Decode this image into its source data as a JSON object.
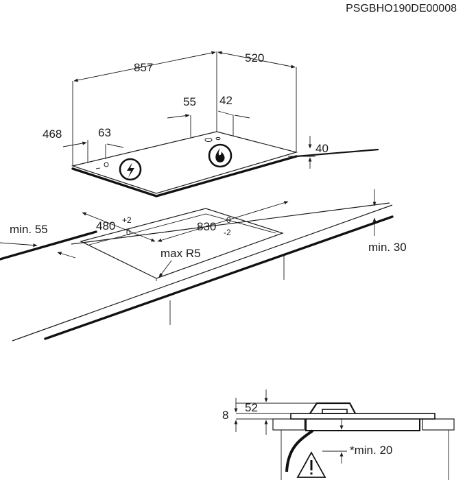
{
  "doc_code": "PSGBHO190DE00008",
  "dimensions": {
    "width": "857",
    "depth": "520",
    "d55": "55",
    "d42": "42",
    "d468": "468",
    "d63": "63",
    "height40": "40",
    "min55": "min. 55",
    "cutout_depth": "480",
    "cutout_depth_tol_upper": "+2",
    "cutout_depth_tol_lower": "0",
    "cutout_width": "830",
    "cutout_width_tol_upper": "0",
    "cutout_width_tol_lower": "-2",
    "max_radius": "max R5",
    "min30": "min. 30",
    "d52": "52",
    "d8": "8",
    "min20": "*min. 20"
  },
  "icons": {
    "electric": "lightning-bolt-icon",
    "gas": "flame-icon",
    "warning": "warning-triangle-icon"
  }
}
